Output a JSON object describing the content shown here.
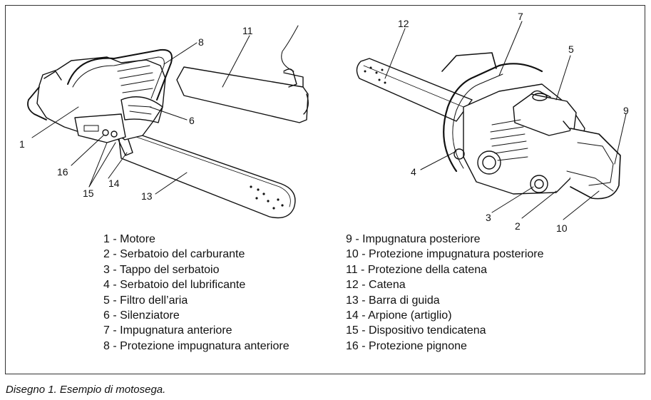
{
  "caption": "Disegno 1. Esempio di motosega.",
  "callouts": [
    "1",
    "16",
    "15",
    "14",
    "13",
    "8",
    "6",
    "11",
    "12",
    "7",
    "5",
    "9",
    "4",
    "3",
    "2",
    "10"
  ],
  "legend_left": [
    "1 - Motore",
    "2 - Serbatoio del carburante",
    "3 - Tappo del serbatoio",
    "4 - Serbatoio del lubrificante",
    "5 - Filtro dell’aria",
    "6 - Silenziatore",
    "7 - Impugnatura anteriore",
    "8 - Protezione impugnatura anteriore"
  ],
  "legend_right": [
    "9 - Impugnatura posteriore",
    "10 - Protezione impugnatura posteriore",
    "11 - Protezione della catena",
    "12 - Catena",
    "13 - Barra di guida",
    "14 - Arpione (artiglio)",
    "15 - Dispositivo tendicatena",
    "16 - Protezione pignone"
  ]
}
